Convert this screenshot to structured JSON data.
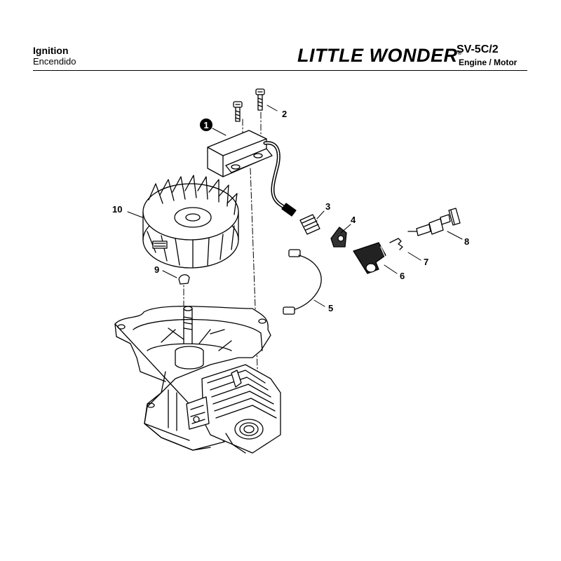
{
  "header": {
    "title": "Ignition",
    "subtitle": "Encendido",
    "brand": "LITTLE WONDER",
    "brand_mark": "®",
    "model": "SV-5C/2",
    "section": "Engine / Motor"
  },
  "callouts": [
    "1",
    "2",
    "3",
    "4",
    "5",
    "6",
    "7",
    "8",
    "9",
    "10"
  ],
  "colors": {
    "ink": "#000000",
    "paper": "#ffffff",
    "shade": "#d8d8d8"
  }
}
